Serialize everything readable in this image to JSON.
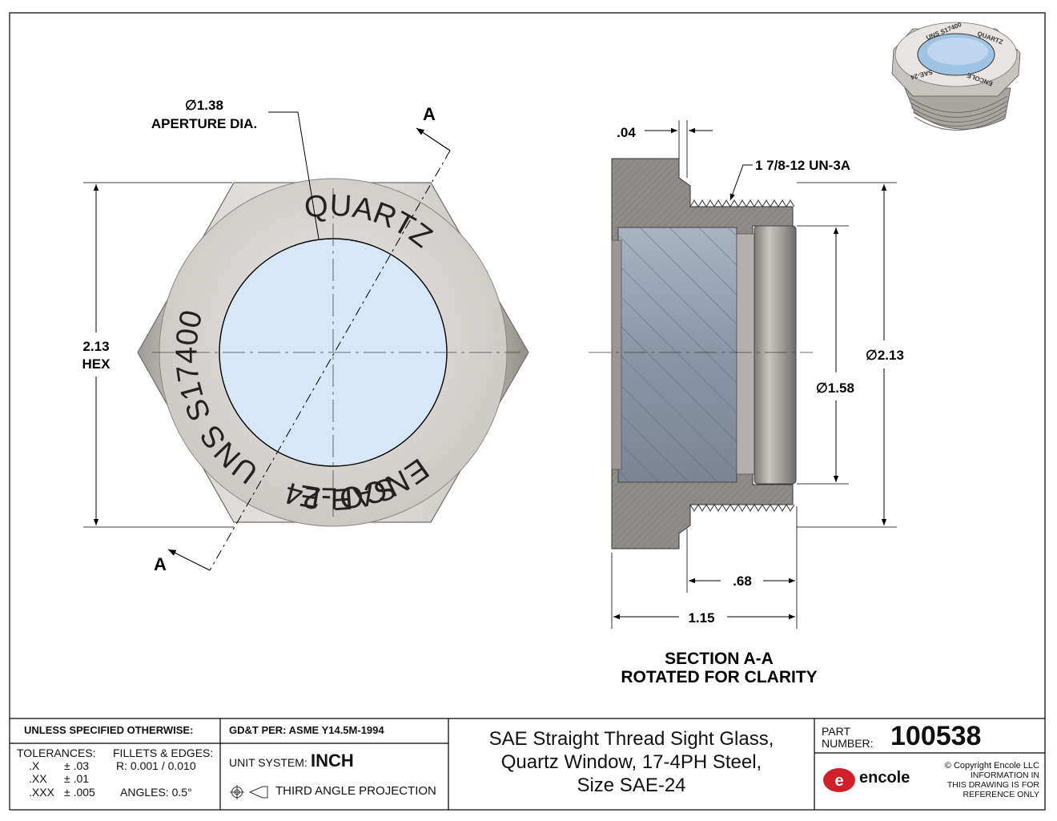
{
  "views": {
    "front": {
      "aperture_dim": "∅1.38",
      "aperture_label": "APERTURE DIA.",
      "hex_dim": "2.13",
      "hex_label": "HEX",
      "marking_1": "UNS S17400",
      "marking_2": "QUARTZ",
      "marking_3": "ENCOLE",
      "marking_4": "SAE-24",
      "section_mark": "A"
    },
    "section": {
      "wall_dim": ".04",
      "thread_callout": "1 7/8-12 UN-3A",
      "outer_dia": "∅2.13",
      "bore_dia": "∅1.58",
      "thread_len": ".68",
      "overall_len": "1.15",
      "title_1": "SECTION A-A",
      "title_2": "ROTATED FOR CLARITY"
    },
    "iso": {
      "top_text_1": "UNS S17400",
      "top_text_2": "QUARTZ",
      "top_text_3": "ENCOLE",
      "top_text_4": "SAE-24"
    }
  },
  "title_block": {
    "unless_specified": "UNLESS SPECIFIED OTHERWISE:",
    "tolerances_label": "TOLERANCES:",
    "tol_x": ".X",
    "tol_x_val": "± .03",
    "tol_xx": ".XX",
    "tol_xx_val": "± .01",
    "tol_xxx": ".XXX",
    "tol_xxx_val": "± .005",
    "fillets_label": "FILLETS & EDGES:",
    "fillets_val": "R: 0.001 / 0.010",
    "angles": "ANGLES:  0.5°",
    "gdt": "GD&T PER: ASME Y14.5M-1994",
    "unit_label": "UNIT SYSTEM:",
    "unit_value": "INCH",
    "projection": "THIRD ANGLE PROJECTION",
    "description_1": "SAE Straight Thread Sight Glass,",
    "description_2": "Quartz Window, 17-4PH Steel,",
    "description_3": "Size SAE-24",
    "part_label_1": "PART",
    "part_label_2": "NUMBER:",
    "part_number": "100538",
    "brand": "encole",
    "copyright_1": "© Copyright Encole LLC",
    "copyright_2": "INFORMATION IN",
    "copyright_3": "THIS DRAWING IS FOR",
    "copyright_4": "REFERENCE ONLY"
  },
  "colors": {
    "steel_light": "#e2dfdc",
    "steel_mid": "#bdb9b5",
    "steel_dark": "#8e8a86",
    "glass": "#d8e8f6",
    "section_hatch": "#8a8784",
    "brand_red": "#d0202a"
  }
}
